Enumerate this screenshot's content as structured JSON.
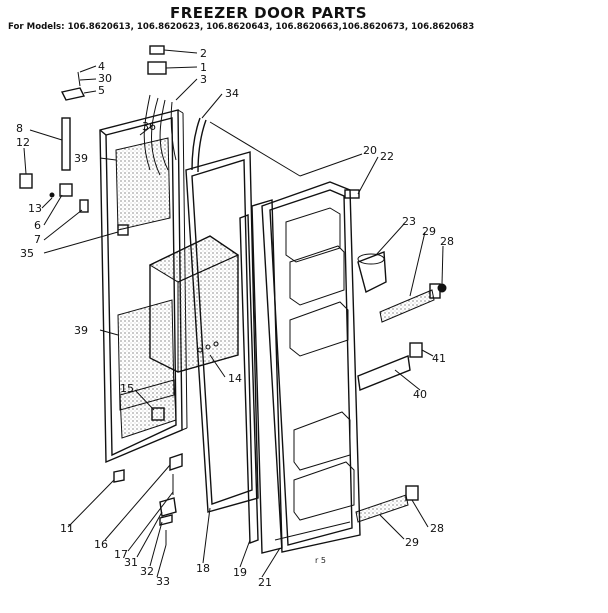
{
  "title": "FREEZER DOOR PARTS",
  "models_line": "For Models: 106.8620613, 106.8620623, 106.8620643, 106.8620663,106.8620673, 106.8620683",
  "footnote": "r 5",
  "callouts": {
    "c1": "1",
    "c2": "2",
    "c3": "3",
    "c4": "4",
    "c5": "5",
    "c6": "6",
    "c7": "7",
    "c8": "8",
    "c11": "11",
    "c12": "12",
    "c13": "13",
    "c14": "14",
    "c15": "15",
    "c16": "16",
    "c17": "17",
    "c18": "18",
    "c19": "19",
    "c20": "20",
    "c21": "21",
    "c22": "22",
    "c23": "23",
    "c28a": "28",
    "c28b": "28",
    "c29a": "29",
    "c29b": "29",
    "c30": "30",
    "c31": "31",
    "c32": "32",
    "c33": "33",
    "c34": "34",
    "c35": "35",
    "c36": "36",
    "c39a": "39",
    "c39b": "39",
    "c40": "40",
    "c41": "41"
  }
}
